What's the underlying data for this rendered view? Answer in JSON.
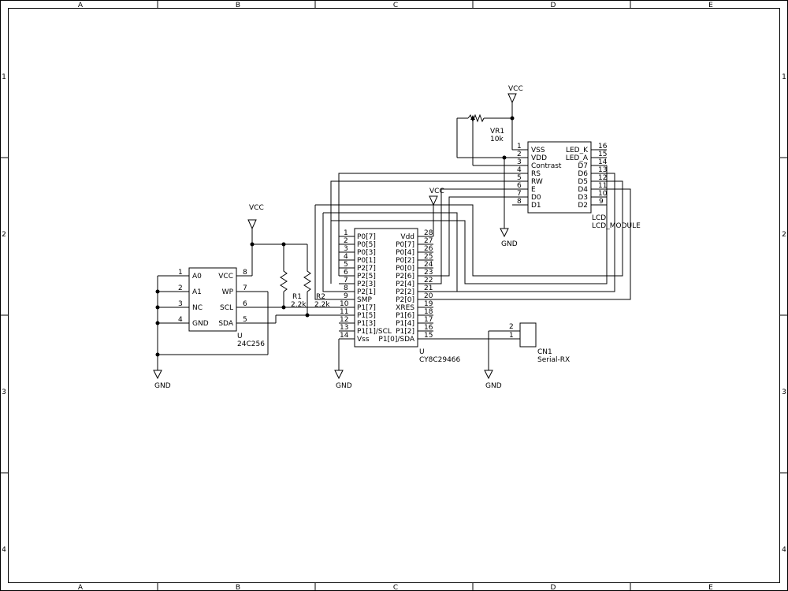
{
  "frame": {
    "columns": [
      "A",
      "B",
      "C",
      "D",
      "E"
    ],
    "rows": [
      "1",
      "2",
      "3",
      "4"
    ]
  },
  "power": {
    "vcc": "VCC",
    "gnd": "GND"
  },
  "eeprom": {
    "ref": "U",
    "value": "24C256",
    "left_pins": [
      {
        "num": "1",
        "name": "A0"
      },
      {
        "num": "2",
        "name": "A1"
      },
      {
        "num": "3",
        "name": "NC"
      },
      {
        "num": "4",
        "name": "GND"
      }
    ],
    "right_pins": [
      {
        "num": "8",
        "name": "VCC"
      },
      {
        "num": "7",
        "name": "WP"
      },
      {
        "num": "6",
        "name": "SCL"
      },
      {
        "num": "5",
        "name": "SDA"
      }
    ]
  },
  "resistors": [
    {
      "ref": "R1",
      "value": "2.2k"
    },
    {
      "ref": "R2",
      "value": "2.2k"
    }
  ],
  "mcu": {
    "ref": "U",
    "value": "CY8C29466",
    "left_pins": [
      {
        "num": "1",
        "name": "P0[7]"
      },
      {
        "num": "2",
        "name": "P0[5]"
      },
      {
        "num": "3",
        "name": "P0[3]"
      },
      {
        "num": "4",
        "name": "P0[1]"
      },
      {
        "num": "5",
        "name": "P2[7]"
      },
      {
        "num": "6",
        "name": "P2[5]"
      },
      {
        "num": "7",
        "name": "P2[3]"
      },
      {
        "num": "8",
        "name": "P2[1]"
      },
      {
        "num": "9",
        "name": "SMP"
      },
      {
        "num": "10",
        "name": "P1[7]"
      },
      {
        "num": "11",
        "name": "P1[5]"
      },
      {
        "num": "12",
        "name": "P1[3]"
      },
      {
        "num": "13",
        "name": "P1[1]/SCL"
      },
      {
        "num": "14",
        "name": "Vss"
      }
    ],
    "right_pins": [
      {
        "num": "28",
        "name": "Vdd"
      },
      {
        "num": "27",
        "name": "P0[7]"
      },
      {
        "num": "26",
        "name": "P0[4]"
      },
      {
        "num": "25",
        "name": "P0[2]"
      },
      {
        "num": "24",
        "name": "P0[0]"
      },
      {
        "num": "23",
        "name": "P2[6]"
      },
      {
        "num": "22",
        "name": "P2[4]"
      },
      {
        "num": "21",
        "name": "P2[2]"
      },
      {
        "num": "20",
        "name": "P2[0]"
      },
      {
        "num": "19",
        "name": "XRES"
      },
      {
        "num": "18",
        "name": "P1[6]"
      },
      {
        "num": "17",
        "name": "P1[4]"
      },
      {
        "num": "16",
        "name": "P1[2]"
      },
      {
        "num": "15",
        "name": "P1[0]/SDA"
      }
    ]
  },
  "lcd": {
    "ref": "LCD",
    "value": "LCD_MODULE",
    "left_pins": [
      {
        "num": "1",
        "name": "VSS"
      },
      {
        "num": "2",
        "name": "VDD"
      },
      {
        "num": "3",
        "name": "Contrast"
      },
      {
        "num": "4",
        "name": "RS"
      },
      {
        "num": "5",
        "name": "RW"
      },
      {
        "num": "6",
        "name": "E"
      },
      {
        "num": "7",
        "name": "D0"
      },
      {
        "num": "8",
        "name": "D1"
      }
    ],
    "right_pins": [
      {
        "num": "16",
        "name": "LED_K"
      },
      {
        "num": "15",
        "name": "LED_A"
      },
      {
        "num": "14",
        "name": "D7"
      },
      {
        "num": "13",
        "name": "D6"
      },
      {
        "num": "12",
        "name": "D5"
      },
      {
        "num": "11",
        "name": "D4"
      },
      {
        "num": "10",
        "name": "D3"
      },
      {
        "num": "9",
        "name": "D2"
      }
    ]
  },
  "pot": {
    "ref": "VR1",
    "value": "10k"
  },
  "connector": {
    "ref": "CN1",
    "value": "Serial-RX",
    "pins": [
      "2",
      "1"
    ]
  }
}
